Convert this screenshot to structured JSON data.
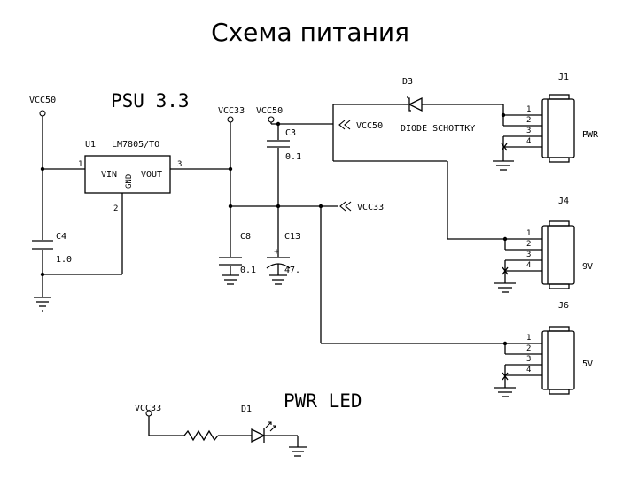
{
  "title": "Схема питания",
  "labels": {
    "psu": "PSU 3.3",
    "pwr_led": "PWR LED",
    "vcc50_left": "VCC50",
    "vcc33_top": "VCC33",
    "vcc50_top": "VCC50",
    "vcc50_port": "VCC50",
    "vcc33_port": "VCC33",
    "vcc33_led": "VCC33",
    "u1_ref": "U1",
    "u1_part": "LM7805/TO",
    "u1_vin": "VIN",
    "u1_gnd": "GND",
    "u1_vout": "VOUT",
    "pin1": "1",
    "pin2": "2",
    "pin3": "3",
    "c3": "C3",
    "c3_val": "0.1",
    "c4": "C4",
    "c4_val": "1.0",
    "c8": "C8",
    "c8_val": "0.1",
    "c13": "C13",
    "c13_val": "47.",
    "c13_plus": "+",
    "d3": "D3",
    "d3_part": "DIODE SCHOTTKY",
    "d1": "D1",
    "j1": "J1",
    "j4": "J4",
    "j6": "J6",
    "j1_label": "PWR",
    "j4_label": "9V",
    "j6_label": "5V",
    "conn_pins": [
      "1",
      "2",
      "3",
      "4"
    ]
  }
}
